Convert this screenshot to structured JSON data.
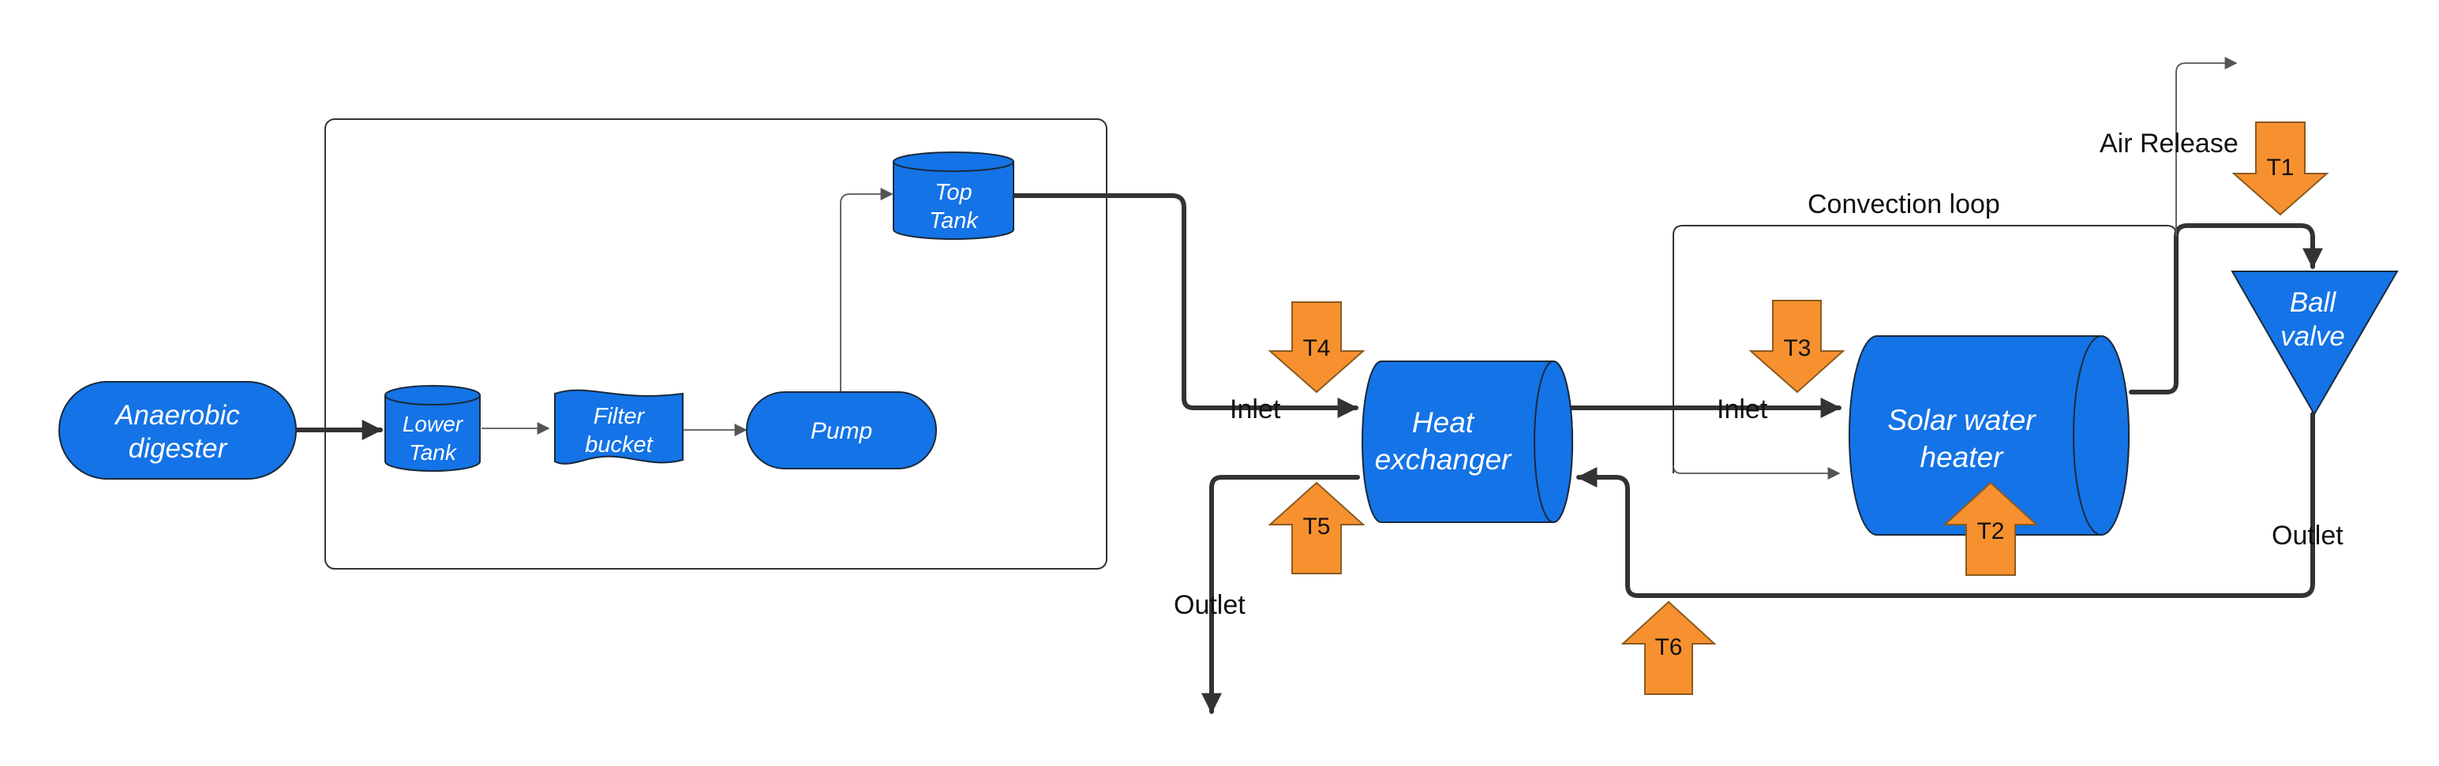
{
  "nodes": {
    "anaerobic_digester": [
      "Anaerobic",
      "digester"
    ],
    "lower_tank": [
      "Lower",
      "Tank"
    ],
    "filter_bucket": [
      "Filter",
      "bucket"
    ],
    "pump": "Pump",
    "top_tank": [
      "Top",
      "Tank"
    ],
    "heat_exchanger": [
      "Heat",
      "exchanger"
    ],
    "solar_water_heater": [
      "Solar water",
      "heater"
    ],
    "ball_valve": [
      "Ball",
      "valve"
    ]
  },
  "labels": {
    "inlet_hx": "Inlet",
    "inlet_swh": "Inlet",
    "outlet_hx": "Outlet",
    "outlet_valve": "Outlet",
    "air_release": "Air Release",
    "convection_loop": "Convection loop"
  },
  "sensors": [
    "T1",
    "T2",
    "T3",
    "T4",
    "T5",
    "T6"
  ],
  "colors": {
    "node_fill": "#1473e6",
    "sensor_fill": "#f7912f",
    "pipe": "#333333"
  }
}
